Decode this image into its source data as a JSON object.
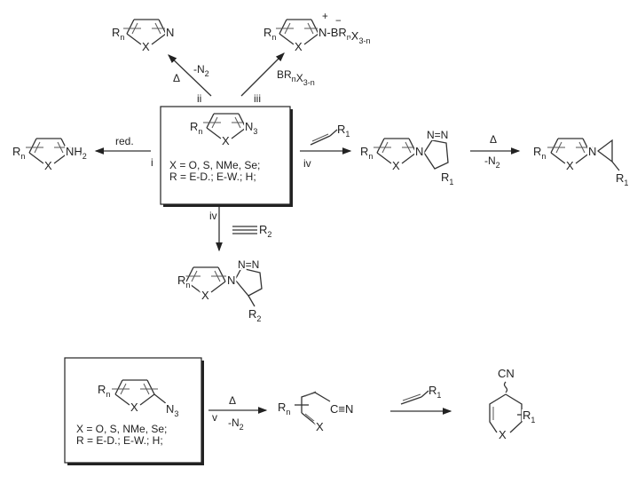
{
  "top_products": {
    "azirine_label_R": "R_{n}",
    "azirine_label_N": "N",
    "azirine_label_X": "X",
    "borane_adduct_R": "R_{n}",
    "borane_adduct_N": "N-BR_{n}X_{3-n}",
    "borane_adduct_plus": "+",
    "borane_adduct_minus": "−",
    "borane_adduct_X": "X"
  },
  "arrows": {
    "ii_heat": "Δ",
    "ii_loss": "-N_{2}",
    "ii_label": "ii",
    "iii_reagent": "BR_{n}X_{3-n}",
    "iii_label": "iii",
    "i_reagent": "red.",
    "i_label": "i",
    "iv_right_reagent_R": "R_{1}",
    "iv_right_label": "iv",
    "heat2": "Δ",
    "loss2": "-N_{2}",
    "iv_down_label": "iv",
    "iv_down_reagent_R": "R_{2}",
    "v_heat": "Δ",
    "v_label": "v",
    "v_loss": "-N_{2}",
    "alkene_R": "R_{1}"
  },
  "start_box": {
    "R": "R_{n}",
    "N3": "N_{3}",
    "X": "X",
    "x_def": "X = O, S, NMe, Se;",
    "r_def": "R = E-D.; E-W.; H;"
  },
  "amine": {
    "R": "R_{n}",
    "NH2": "NH_{2}",
    "X": "X"
  },
  "triazoline": {
    "R": "R_{n}",
    "N": "N",
    "X": "X",
    "NN": "N=N",
    "R1": "R_{1}"
  },
  "aziridine": {
    "R": "R_{n}",
    "N": "N",
    "X": "X",
    "R1": "R_{1}"
  },
  "triazole": {
    "R": "R_{n}",
    "N": "N",
    "X": "X",
    "NN": "N=N",
    "R2": "R_{2}"
  },
  "bottom_box": {
    "R": "R_{n}",
    "N3": "N_{3}",
    "X": "X",
    "x_def": "X = O, S, NMe, Se;",
    "r_def": "R = E-D.; E-W.; H;"
  },
  "nitrile": {
    "R": "R_{n}",
    "CN": "C≡N",
    "X": "X"
  },
  "dihydropyran": {
    "CN": "CN",
    "R1": "R_{1}",
    "X": "X"
  }
}
